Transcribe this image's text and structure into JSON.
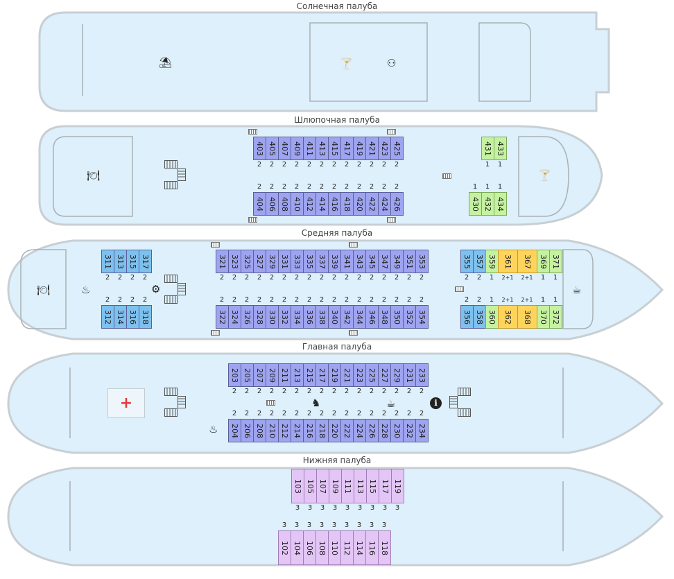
{
  "decks": {
    "sun": {
      "title": "Солнечная палуба"
    },
    "boat": {
      "title": "Шлюпочная палуба"
    },
    "mid": {
      "title": "Средняя палуба"
    },
    "main": {
      "title": "Главная палуба"
    },
    "lower": {
      "title": "Нижняя палуба"
    }
  },
  "colors": {
    "hull_fill": "#ddf0fb",
    "hull_stroke": "#c8cfd4",
    "cabin_blue": "#9ea4f0",
    "cabin_sky": "#7ec0ee",
    "cabin_green": "#c5f2a0",
    "cabin_gold": "#ffd45c",
    "cabin_lilac": "#e3c6f6"
  },
  "icons": {
    "beach_umbrella": "⛱",
    "cocktail": "🍸",
    "conference": "⚇",
    "restaurant": "🍽",
    "massage": "♨",
    "cafe": "☕",
    "medical": "+",
    "info": "ℹ",
    "kids": "♞",
    "iron": "♨",
    "laundry": "⚙"
  },
  "boat": {
    "top": {
      "cabins": [
        "403",
        "405",
        "407",
        "409",
        "411",
        "413",
        "415",
        "417",
        "419",
        "421",
        "423",
        "425"
      ],
      "caps": [
        "2",
        "2",
        "2",
        "2",
        "2",
        "2",
        "2",
        "2",
        "2",
        "2",
        "2",
        "2"
      ]
    },
    "bottom": {
      "cabins": [
        "404",
        "406",
        "408",
        "410",
        "412",
        "414",
        "416",
        "418",
        "420",
        "422",
        "424",
        "426"
      ],
      "caps": [
        "2",
        "2",
        "2",
        "2",
        "2",
        "2",
        "2",
        "2",
        "2",
        "2",
        "2",
        "2"
      ]
    },
    "fwd_top": {
      "cabins": [
        "431",
        "433"
      ],
      "caps": [
        "1",
        "1"
      ]
    },
    "fwd_bottom": {
      "cabins": [
        "430",
        "432",
        "434"
      ],
      "caps": [
        "1",
        "1",
        "1"
      ]
    }
  },
  "mid": {
    "aft_top": {
      "cabins": [
        "311",
        "313",
        "315",
        "317"
      ],
      "caps": [
        "2",
        "2",
        "2",
        "2"
      ]
    },
    "aft_bottom": {
      "cabins": [
        "312",
        "314",
        "316",
        "318"
      ],
      "caps": [
        "2",
        "2",
        "2",
        "2"
      ]
    },
    "top": {
      "cabins": [
        "321",
        "323",
        "325",
        "327",
        "329",
        "331",
        "333",
        "335",
        "337",
        "339",
        "341",
        "343",
        "345",
        "347",
        "349",
        "351",
        "353"
      ],
      "caps": [
        "2",
        "2",
        "2",
        "2",
        "2",
        "2",
        "2",
        "2",
        "2",
        "2",
        "2",
        "2",
        "2",
        "2",
        "2",
        "2",
        "2"
      ]
    },
    "bottom": {
      "cabins": [
        "322",
        "324",
        "326",
        "328",
        "330",
        "332",
        "334",
        "336",
        "338",
        "340",
        "342",
        "344",
        "346",
        "348",
        "350",
        "352",
        "354"
      ],
      "caps": [
        "2",
        "2",
        "2",
        "2",
        "2",
        "2",
        "2",
        "2",
        "2",
        "2",
        "2",
        "2",
        "2",
        "2",
        "2",
        "2",
        "2"
      ]
    },
    "fwd_top": {
      "cabins": [
        "355",
        "357",
        "359",
        "361",
        "367",
        "369",
        "371"
      ],
      "caps": [
        "2",
        "2",
        "1",
        "2+1",
        "2+1",
        "1",
        "1"
      ]
    },
    "fwd_bottom": {
      "cabins": [
        "356",
        "358",
        "360",
        "362",
        "368",
        "370",
        "372"
      ],
      "caps": [
        "2",
        "2",
        "1",
        "2+1",
        "2+1",
        "1",
        "1"
      ]
    }
  },
  "main": {
    "top": {
      "cabins": [
        "203",
        "205",
        "207",
        "209",
        "211",
        "213",
        "215",
        "217",
        "219",
        "221",
        "223",
        "225",
        "227",
        "229",
        "231",
        "233"
      ],
      "caps": [
        "2",
        "2",
        "2",
        "2",
        "2",
        "2",
        "2",
        "2",
        "2",
        "2",
        "2",
        "2",
        "2",
        "2",
        "2",
        "2"
      ]
    },
    "bottom": {
      "cabins": [
        "204",
        "206",
        "208",
        "210",
        "212",
        "214",
        "216",
        "218",
        "220",
        "222",
        "224",
        "226",
        "228",
        "230",
        "232",
        "234"
      ],
      "caps": [
        "2",
        "2",
        "2",
        "2",
        "2",
        "2",
        "2",
        "2",
        "2",
        "2",
        "2",
        "2",
        "2",
        "2",
        "2",
        "2"
      ]
    }
  },
  "lower": {
    "top": {
      "cabins": [
        "103",
        "105",
        "107",
        "109",
        "111",
        "113",
        "115",
        "117",
        "119"
      ],
      "caps": [
        "3",
        "3",
        "3",
        "3",
        "3",
        "3",
        "3",
        "3",
        "3"
      ]
    },
    "bottom": {
      "cabins": [
        "102",
        "104",
        "106",
        "108",
        "110",
        "112",
        "114",
        "116",
        "118"
      ],
      "caps": [
        "3",
        "3",
        "3",
        "3",
        "3",
        "3",
        "3",
        "3",
        "3"
      ]
    }
  }
}
